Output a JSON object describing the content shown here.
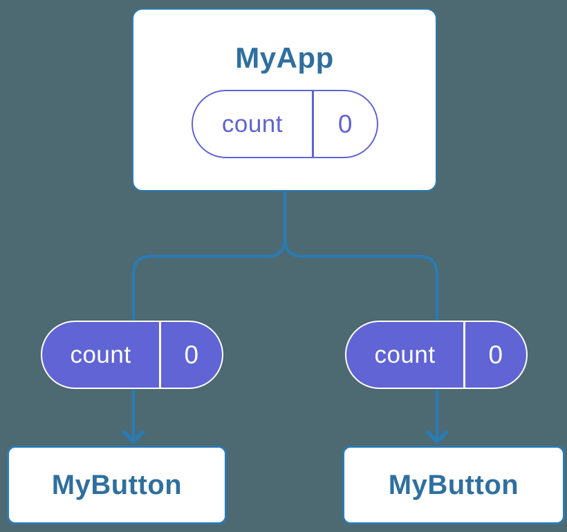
{
  "colors": {
    "background": "#4d6972",
    "connector": "#2c7bb0",
    "node-fill": "#ffffff",
    "node-border": "#2c7bb0",
    "node-title": "#2f6f9f",
    "state-purple": "#5f63d3",
    "prop-fill": "#6064d4",
    "prop-text": "#ffffff"
  },
  "diagram": {
    "root": {
      "title": "MyApp",
      "state": {
        "name": "count",
        "value": "0"
      }
    },
    "children": [
      {
        "title": "MyButton",
        "prop": {
          "name": "count",
          "value": "0"
        }
      },
      {
        "title": "MyButton",
        "prop": {
          "name": "count",
          "value": "0"
        }
      }
    ]
  }
}
